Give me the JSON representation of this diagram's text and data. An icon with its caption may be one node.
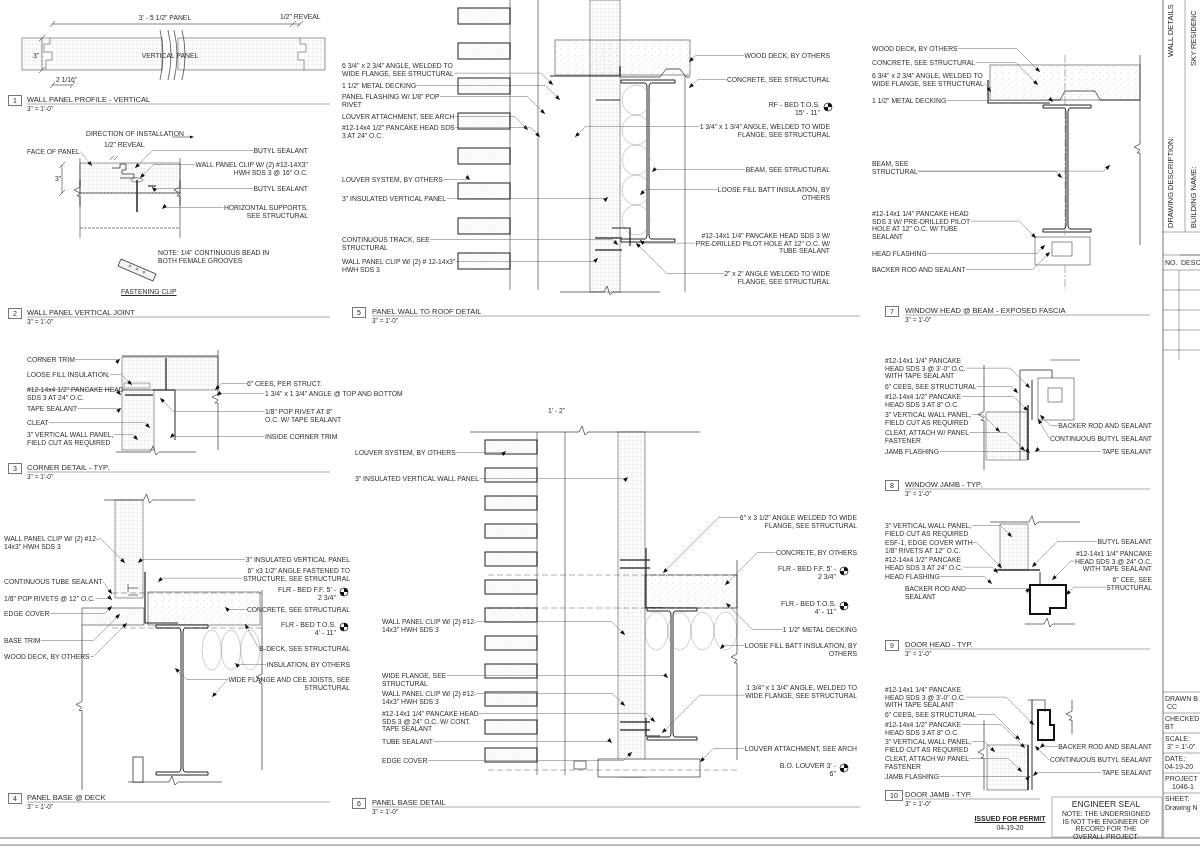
{
  "diagram": {
    "nodes": [
      {
        "text": [
          "FACE OF PANEL"
        ]
      },
      {
        "text": [
          "BUTYL SEALANT"
        ]
      },
      {
        "text": [
          "WALL PANEL CLIP W/ (2) #12-14X3\" HWH SDS 3 @ 16\" O.C."
        ]
      },
      {
        "text": [
          "BUTYL SEALANT"
        ]
      },
      {
        "text": [
          "HORIZONTAL SUPPORTS, SEE STRUCTURAL"
        ]
      },
      {
        "text": [
          "CORNER TRIM"
        ]
      },
      {
        "text": [
          "LOOSE FILL INSULATION,"
        ]
      },
      {
        "text": [
          "#12-14x4 1/2\" PANCAKE HEAD SDS 3 AT 24\" O.C."
        ]
      },
      {
        "text": [
          "TAPE SEALANT"
        ]
      },
      {
        "text": [
          "CLEAT"
        ]
      },
      {
        "text": [
          "3\" VERTICAL WALL PANEL, FIELD CUT AS REQUIRED"
        ]
      },
      {
        "text": [
          "6\" CEES, PER STRUCT."
        ]
      },
      {
        "text": [
          "1 3/4\" x 1 3/4\" ANGLE @ TOP AND BOTTOM"
        ]
      },
      {
        "text": [
          "1/8\" POP RIVET AT 8\" O.C. W/ TAPE SEALANT"
        ]
      },
      {
        "text": [
          "INSIDE CORNER TRIM"
        ]
      },
      {
        "text": [
          "WALL PANEL CLIP W/ (2) #12-14x3\" HWH SDS 3"
        ]
      },
      {
        "text": [
          "CONTINUOUS TUBE SEALANT"
        ]
      },
      {
        "text": [
          "1/8\" POP RIVETS @ 12\" O.C."
        ]
      },
      {
        "text": [
          "EDGE COVER"
        ]
      },
      {
        "text": [
          "BASE TRIM"
        ]
      },
      {
        "text": [
          "WOOD DECK, BY OTHERS"
        ]
      },
      {
        "text": [
          "3\" INSULATED VERTICAL PANEL"
        ]
      },
      {
        "text": [
          "6\" x3 1/2\" ANGLE FASTENED TO STRUCTURE, SEE STRUCTURAL"
        ]
      },
      {
        "text": [
          "CONCRETE, SEE STRUCTURAL"
        ]
      },
      {
        "text": [
          "B-DECK, SEE STRUCTURAL"
        ]
      },
      {
        "text": [
          "INSULATION, BY OTHERS"
        ]
      },
      {
        "text": [
          "WIDE FLANGE AND CEE JOISTS, SEE STRUCTURAL"
        ]
      },
      {
        "text": [
          "6 3/4\" x 2 3/4\" ANGLE, WELDED TO WIDE FLANGE, SEE STRUCTURAL"
        ]
      },
      {
        "text": [
          "1 1/2\" METAL DECKING"
        ]
      },
      {
        "text": [
          "PANEL FLASHING W/ 1/8\" POP RIVET"
        ]
      },
      {
        "text": [
          "LOUVER ATTACHMENT, SEE ARCH"
        ]
      },
      {
        "text": [
          "#12-14x4 1/2\" PANCAKE HEAD SDS 3 AT 24\" O.C."
        ]
      },
      {
        "text": [
          "LOUVER SYSTEM, BY OTHERS"
        ]
      },
      {
        "text": [
          "3\" INSULATED VERTICAL PANEL"
        ]
      },
      {
        "text": [
          "CONTINUOUS TRACK, SEE STRUCTURAL"
        ]
      },
      {
        "text": [
          "WALL PANEL CLIP W/ (2) # 12-14x3\" HWH SDS 3"
        ]
      },
      {
        "text": [
          "WOOD DECK, BY OTHERS"
        ]
      },
      {
        "text": [
          "CONCRETE, SEE STRUCTURAL"
        ]
      },
      {
        "text": [
          "1 3/4\" x 1 3/4\" ANGLE, WELDED TO WIDE FLANGE, SEE STRUCTURAL"
        ]
      },
      {
        "text": [
          "BEAM, SEE STRUCTURAL"
        ]
      },
      {
        "text": [
          "LOOSE FILL BATT INSULATION, BY OTHERS"
        ]
      },
      {
        "text": [
          "#12-14x1 1/4\" PANCAKE HEAD SDS 3 W/ PRE-DRILLED PILOT HOLE AT 12\" O.C. W/ TUBE SEALANT"
        ]
      },
      {
        "text": [
          "2\" x 2\" ANGLE WELDED TO WIDE FLANGE, SEE STRUCTURAL"
        ]
      },
      {
        "text": [
          "LOUVER SYSTEM, BY OTHERS"
        ]
      },
      {
        "text": [
          "3\" INSULATED VERTICAL WALL PANEL"
        ]
      },
      {
        "text": [
          "WALL PANEL CLIP W/ (2) #12-14x3\" HWH SDS 3"
        ]
      },
      {
        "text": [
          "WIDE FLANGE, SEE STRUCTURAL"
        ]
      },
      {
        "text": [
          "WALL PANEL CLIP W/ (2) #12-14x3\" HWH SDS 3"
        ]
      },
      {
        "text": [
          "#12-14x1 1/4\" PANCAKE HEAD SDS 3 @ 24\" O.C. W/ CONT. TAPE SEALANT"
        ]
      },
      {
        "text": [
          "TUBE SEALANT"
        ]
      },
      {
        "text": [
          "EDGE COVER"
        ]
      },
      {
        "text": [
          "6\" x 3 1/2\" ANGLE WELDED TO WIDE FLANGE, SEE STRUCTURAL"
        ]
      },
      {
        "text": [
          "CONCRETE, BY OTHERS"
        ]
      },
      {
        "text": [
          "1 1/2\" METAL DECKING"
        ]
      },
      {
        "text": [
          "LOOSE FILL BATT INSULATION, BY OTHERS"
        ]
      },
      {
        "text": [
          "1 3/4\" x 1 3/4\" ANGLE, WELDED TO WIDE FLANGE, SEE STRUCTURAL"
        ]
      },
      {
        "text": [
          "LOUVER ATTACHMENT, SEE ARCH"
        ]
      },
      {
        "text": [
          "WOOD DECK, BY OTHERS"
        ]
      },
      {
        "text": [
          "CONCRETE, SEE STRUCTURAL"
        ]
      },
      {
        "text": [
          "6 3/4\" x 2 3/4\" ANGLE, WELDED TO WIDE FLANGE, SEE STRUCTURAL"
        ]
      },
      {
        "text": [
          "1 1/2\" METAL DECKING"
        ]
      },
      {
        "text": [
          "BEAM, SEE STRUCTURAL"
        ]
      },
      {
        "text": [
          "#12-14x1 1/4\" PANCAKE HEAD SDS 3 W/ PRE-DRILLED PILOT HOLE AT 12\" O.C. W/ TUBE SEALANT"
        ]
      },
      {
        "text": [
          "HEAD FLASHING"
        ]
      },
      {
        "text": [
          "BACKER ROD AND SEALANT"
        ]
      },
      {
        "text": [
          "#12-14x1 1/4\" PANCAKE HEAD SDS 3 @ 3'-0\" O.C. WITH TAPE SEALANT"
        ]
      },
      {
        "text": [
          "6\" CEES, SEE STRUCTURAL"
        ]
      },
      {
        "text": [
          "#12-14x4 1/2\" PANCAKE HEAD SDS 3 AT 8\" O.C."
        ]
      },
      {
        "text": [
          "3\" VERTICAL WALL PANEL, FIELD CUT AS REQUIRED"
        ]
      },
      {
        "text": [
          "CLEAT, ATTACH W/ PANEL FASTENER"
        ]
      },
      {
        "text": [
          "JAMB FLASHING"
        ]
      },
      {
        "text": [
          "BACKER ROD AND SEALANT"
        ]
      },
      {
        "text": [
          "CONTINUOUS BUTYL SEALANT"
        ]
      },
      {
        "text": [
          "TAPE SEALANT"
        ]
      },
      {
        "text": [
          "3\" VERTICAL WALL PANEL, FIELD CUT AS REQUIRED"
        ]
      },
      {
        "text": [
          "ESF-1, EDGE COVER WITH 1/8\" RIVETS AT 12\" O.C."
        ]
      },
      {
        "text": [
          "#12-14x4 1/2\" PANCAKE HEAD SDS 3 AT 24\" O.C."
        ]
      },
      {
        "text": [
          "HEAD FLASHING"
        ]
      },
      {
        "text": [
          "BACKER ROD AND SEALANT"
        ]
      },
      {
        "text": [
          "BUTYL SEALANT"
        ]
      },
      {
        "text": [
          "#12-14x1 1/4\" PANCAKE HEAD SDS 3 @ 24\" O.C. WITH TAPE SEALANT"
        ]
      },
      {
        "text": [
          "6\" CEE, SEE STRUCTURAL"
        ]
      },
      {
        "text": [
          "#12-14x1 1/4\" PANCAKE HEAD SDS 3 @ 3'-0\" O.C. WITH TAPE SEALANT"
        ]
      },
      {
        "text": [
          "6\" CEES, SEE STRUCTURAL"
        ]
      },
      {
        "text": [
          "#12-14x4 1/2\" PANCAKE HEAD SDS 3 AT 8\" O.C."
        ]
      },
      {
        "text": [
          "3\" VERTICAL WALL PANEL, FIELD CUT AS REQUIRED"
        ]
      },
      {
        "text": [
          "CLEAT, ATTACH W/ PANEL FASTENER"
        ]
      },
      {
        "text": [
          "JAMB FLASHING"
        ]
      },
      {
        "text": [
          "BACKER ROD AND SEALANT"
        ]
      },
      {
        "text": [
          "CONTINUOUS BUTYL SEALANT"
        ]
      },
      {
        "text": [
          "TAPE SEALANT"
        ]
      },
      {
        "text": [],
        "shape": "picture"
      },
      {
        "text": [],
        "shape": "picture"
      },
      {
        "text": [],
        "shape": "picture"
      },
      {
        "text": [],
        "shape": "picture"
      },
      {
        "text": [],
        "shape": "picture"
      },
      {
        "text": [],
        "shape": "picture"
      },
      {
        "text": [],
        "shape": "picture"
      },
      {
        "text": [],
        "shape": "picture"
      },
      {
        "text": [],
        "shape": "picture"
      }
    ],
    "edges": [
      {
        "from": 0,
        "to": 91,
        "arrow": "to"
      },
      {
        "from": 1,
        "to": 91,
        "arrow": "to"
      },
      {
        "from": 2,
        "to": 91,
        "arrow": "to"
      },
      {
        "from": 3,
        "to": 91,
        "arrow": "to"
      },
      {
        "from": 4,
        "to": 91,
        "arrow": "to"
      },
      {
        "from": 5,
        "to": 92,
        "arrow": "to"
      },
      {
        "from": 6,
        "to": 92,
        "arrow": "to"
      },
      {
        "from": 7,
        "to": 92,
        "arrow": "to"
      },
      {
        "from": 8,
        "to": 92,
        "arrow": "to"
      },
      {
        "from": 9,
        "to": 92,
        "arrow": "to"
      },
      {
        "from": 10,
        "to": 92,
        "arrow": "to"
      },
      {
        "from": 11,
        "to": 92,
        "arrow": "to"
      },
      {
        "from": 12,
        "to": 92,
        "arrow": "to"
      },
      {
        "from": 13,
        "to": 92,
        "arrow": "to"
      },
      {
        "from": 14,
        "to": 92,
        "arrow": "to"
      },
      {
        "from": 15,
        "to": 93,
        "arrow": "to"
      },
      {
        "from": 16,
        "to": 93,
        "arrow": "to"
      },
      {
        "from": 17,
        "to": 93,
        "arrow": "to"
      },
      {
        "from": 18,
        "to": 93,
        "arrow": "to"
      },
      {
        "from": 19,
        "to": 93,
        "arrow": "to"
      },
      {
        "from": 20,
        "to": 93,
        "arrow": "to"
      },
      {
        "from": 21,
        "to": 93,
        "arrow": "to"
      },
      {
        "from": 22,
        "to": 93,
        "arrow": "to"
      },
      {
        "from": 23,
        "to": 93,
        "arrow": "to"
      },
      {
        "from": 24,
        "to": 93,
        "arrow": "to"
      },
      {
        "from": 25,
        "to": 93,
        "arrow": "to"
      },
      {
        "from": 26,
        "to": 93,
        "arrow": "to"
      },
      {
        "from": 26,
        "to": 93,
        "arrow": "to"
      },
      {
        "from": 27,
        "to": 94,
        "arrow": "to"
      },
      {
        "from": 28,
        "to": 94,
        "arrow": "to"
      },
      {
        "from": 29,
        "to": 94,
        "arrow": "to"
      },
      {
        "from": 30,
        "to": 94,
        "arrow": "to"
      },
      {
        "from": 31,
        "to": 94,
        "arrow": "to"
      },
      {
        "from": 32,
        "to": 94,
        "arrow": "to"
      },
      {
        "from": 33,
        "to": 94,
        "arrow": "to"
      },
      {
        "from": 34,
        "to": 94,
        "arrow": "to"
      },
      {
        "from": 35,
        "to": 94,
        "arrow": "to"
      },
      {
        "from": 36,
        "to": 94,
        "arrow": "to"
      },
      {
        "from": 37,
        "to": 94,
        "arrow": "to"
      },
      {
        "from": 38,
        "to": 94,
        "arrow": "to"
      },
      {
        "from": 39,
        "to": 94,
        "arrow": "to"
      },
      {
        "from": 40,
        "to": 94,
        "arrow": "to"
      },
      {
        "from": 41,
        "to": 94,
        "arrow": "to"
      },
      {
        "from": 42,
        "to": 94,
        "arrow": "to"
      },
      {
        "from": 43,
        "to": 95,
        "arrow": "to"
      },
      {
        "from": 44,
        "to": 95,
        "arrow": "to"
      },
      {
        "from": 45,
        "to": 95,
        "arrow": "to"
      },
      {
        "from": 46,
        "to": 95,
        "arrow": "to"
      },
      {
        "from": 47,
        "to": 95,
        "arrow": "to"
      },
      {
        "from": 48,
        "to": 95,
        "arrow": "to"
      },
      {
        "from": 49,
        "to": 95,
        "arrow": "to"
      },
      {
        "from": 50,
        "to": 95,
        "arrow": "to"
      },
      {
        "from": 51,
        "to": 95,
        "arrow": "to"
      },
      {
        "from": 52,
        "to": 95,
        "arrow": "to"
      },
      {
        "from": 53,
        "to": 95,
        "arrow": "to"
      },
      {
        "from": 54,
        "to": 95,
        "arrow": "to"
      },
      {
        "from": 55,
        "to": 95,
        "arrow": "to"
      },
      {
        "from": 56,
        "to": 95,
        "arrow": "to"
      },
      {
        "from": 57,
        "to": 96,
        "arrow": "to"
      },
      {
        "from": 58,
        "to": 96,
        "arrow": "to"
      },
      {
        "from": 59,
        "to": 96,
        "arrow": "to"
      },
      {
        "from": 60,
        "to": 96,
        "arrow": "to"
      },
      {
        "from": 61,
        "to": 96,
        "arrow": "to"
      },
      {
        "from": 61,
        "to": 96,
        "arrow": "to"
      },
      {
        "from": 62,
        "to": 96,
        "arrow": "to"
      },
      {
        "from": 63,
        "to": 96,
        "arrow": "to"
      },
      {
        "from": 64,
        "to": 96,
        "arrow": "to"
      },
      {
        "from": 65,
        "to": 97,
        "arrow": "to"
      },
      {
        "from": 66,
        "to": 97,
        "arrow": "to"
      },
      {
        "from": 67,
        "to": 97,
        "arrow": "to"
      },
      {
        "from": 68,
        "to": 97,
        "arrow": "to"
      },
      {
        "from": 69,
        "to": 97,
        "arrow": "to"
      },
      {
        "from": 70,
        "to": 97,
        "arrow": "to"
      },
      {
        "from": 71,
        "to": 97,
        "arrow": "to"
      },
      {
        "from": 72,
        "to": 97,
        "arrow": "to"
      },
      {
        "from": 73,
        "to": 97,
        "arrow": "to"
      },
      {
        "from": 74,
        "to": 98,
        "arrow": "to"
      },
      {
        "from": 75,
        "to": 98,
        "arrow": "to"
      },
      {
        "from": 76,
        "to": 98,
        "arrow": "to"
      },
      {
        "from": 77,
        "to": 98,
        "arrow": "to"
      },
      {
        "from": 78,
        "to": 98,
        "arrow": "to"
      },
      {
        "from": 79,
        "to": 98,
        "arrow": "to"
      },
      {
        "from": 80,
        "to": 98,
        "arrow": "to"
      },
      {
        "from": 81,
        "to": 98,
        "arrow": "to"
      },
      {
        "from": 82,
        "to": 99,
        "arrow": "to"
      },
      {
        "from": 83,
        "to": 99,
        "arrow": "to"
      },
      {
        "from": 84,
        "to": 99,
        "arrow": "to"
      },
      {
        "from": 85,
        "to": 99,
        "arrow": "to"
      },
      {
        "from": 86,
        "to": 99,
        "arrow": "to"
      },
      {
        "from": 87,
        "to": 99,
        "arrow": "to"
      },
      {
        "from": 88,
        "to": 99,
        "arrow": "to"
      },
      {
        "from": 89,
        "to": 99,
        "arrow": "to"
      },
      {
        "from": 90,
        "to": 99,
        "arrow": "to"
      }
    ],
    "labels": [
      "3' - 5 1/2\" PANEL",
      "1/2\" REVEAL",
      "3\"",
      "VERTICAL PANEL",
      "2 1/16\"",
      "1",
      "WALL PANEL PROFILE - VERTICAL",
      "3\" = 1'-0\"",
      "DIRECTION OF INSTALLATION",
      "1/2\" REVEAL",
      "3\"",
      "NOTE: 1/4\" CONTINUOUS BEAD IN BOTH FEMALE GROOVES",
      "FASTENING CLIP",
      "2",
      "WALL PANEL VERTICAL JOINT",
      "3\" = 1'-0\"",
      "3",
      "CORNER DETAIL - TYP.",
      "3\" = 1'-0\"",
      "FLR - BED F.F. 5' - 2 3/4\"",
      "FLR - BED T.O.S. 4' - 11\"",
      "4",
      "PANEL BASE @ DECK",
      "3\" = 1'-0\"",
      "RF - BED T.O.S. 15' - 11\"",
      "5",
      "PANEL WALL TO ROOF DETAIL",
      "3\" = 1'-0\"",
      "1' - 2\"",
      "FLR - BED F.F. 5' - 2 3/4\"",
      "FLR - BED T.O.S. 4' - 11\"",
      "B.O. LOUVER 3' - 6\"",
      "6",
      "PANEL BASE DETAIL",
      "3\" = 1'-0\"",
      "7",
      "WINDOW HEAD @ BEAM - EXPOSED FASCIA",
      "3\" = 1'-0\"",
      "8",
      "WINDOW JAMB - TYP.",
      "3\" = 1'-0\"",
      "9",
      "DOOR HEAD - TYP.",
      "3\" = 1'-0\"",
      "10",
      "DOOR JAMB - TYP.",
      "3\" = 1'-0\"",
      "ISSUED FOR PERMIT",
      "04-19-20",
      "ENGINEER SEAL",
      "NOTE: THE UNDERSIGNED IS NOT THE ENGINEER OF RECORD FOR THE OVERALL PROJECT.",
      "WALL DETAILS",
      "SKY RESIDENC",
      "DRAWING DESCRIPTION:",
      "BUILDING NAME:",
      "NO.",
      "DESC",
      "DRAWN B",
      "CC",
      "CHECKED",
      "BT",
      "SCALE:",
      "3\" = 1'-0\"",
      "DATE:",
      "04-19-20",
      "PROJECT",
      "1046-1",
      "SHEET:",
      "Drawing N"
    ]
  }
}
